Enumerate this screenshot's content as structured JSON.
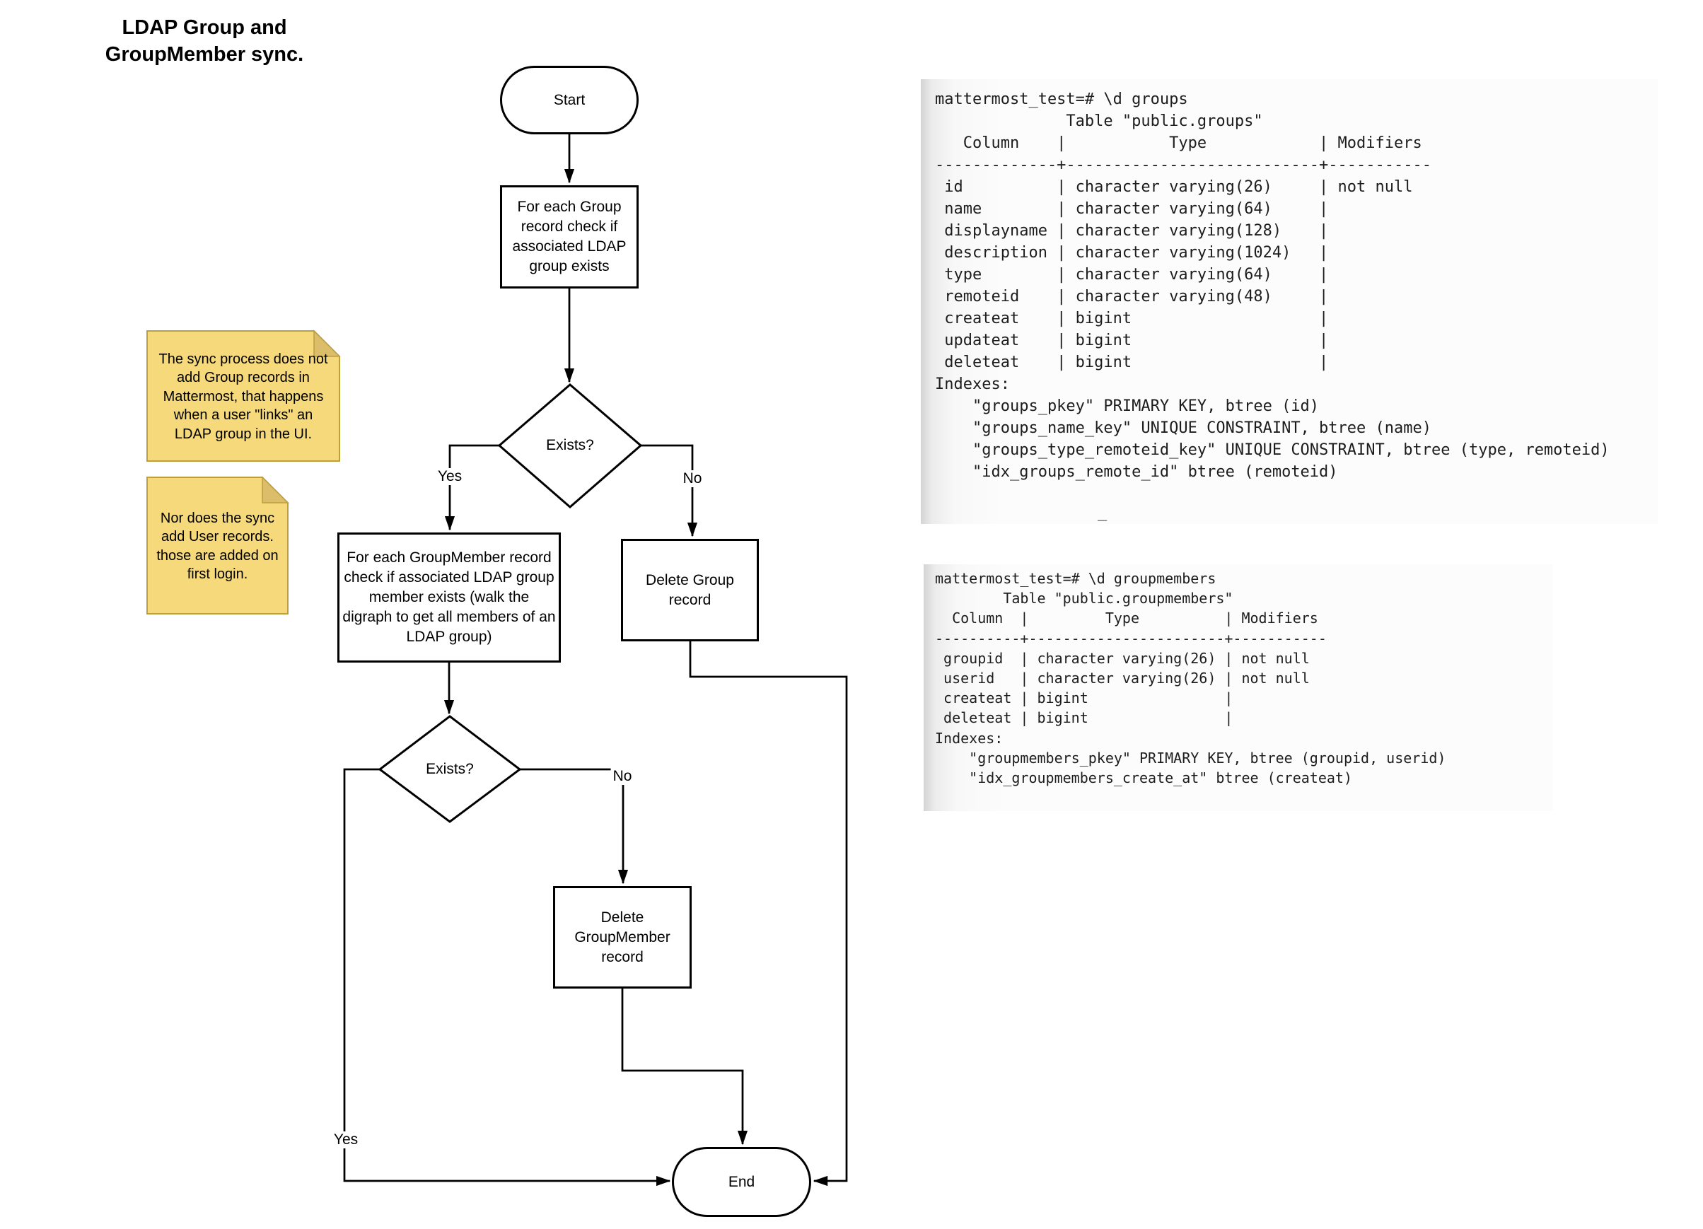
{
  "title": {
    "lines": [
      "LDAP Group and",
      "GroupMember sync."
    ]
  },
  "flowchart": {
    "start": "Start",
    "step_group_check": "For each Group record check if associated LDAP group exists",
    "decision1": "Exists?",
    "decision1_yes": "Yes",
    "decision1_no": "No",
    "delete_group": "Delete Group record",
    "step_groupmember_check": "For each GroupMember record check if associated LDAP group member exists (walk the digraph to get all members of an LDAP group)",
    "decision2": "Exists?",
    "decision2_yes": "Yes",
    "decision2_no": "No",
    "delete_groupmember": "Delete GroupMember record",
    "end": "End"
  },
  "notes": [
    {
      "text": "The sync process does not add Group records in Mattermost, that happens when a user \"links\" an LDAP group in the UI."
    },
    {
      "text": "Nor does the sync add User records. those are added on first login."
    }
  ],
  "terminals": [
    {
      "lines": [
        "mattermost_test=# \\d groups",
        "              Table \"public.groups\"",
        "   Column    |           Type            | Modifiers ",
        "-------------+---------------------------+-----------",
        " id          | character varying(26)     | not null",
        " name        | character varying(64)     | ",
        " displayname | character varying(128)    | ",
        " description | character varying(1024)   | ",
        " type        | character varying(64)     | ",
        " remoteid    | character varying(48)     | ",
        " createat    | bigint                    | ",
        " updateat    | bigint                    | ",
        " deleteat    | bigint                    | ",
        "Indexes:",
        "    \"groups_pkey\" PRIMARY KEY, btree (id)",
        "    \"groups_name_key\" UNIQUE CONSTRAINT, btree (name)",
        "    \"groups_type_remoteid_key\" UNIQUE CONSTRAINT, btree (type, remoteid)",
        "    \"idx_groups_remote_id\" btree (remoteid)"
      ],
      "cursor": "_"
    },
    {
      "lines": [
        "mattermost_test=# \\d groupmembers",
        "        Table \"public.groupmembers\"",
        "  Column  |         Type          | Modifiers ",
        "----------+-----------------------+-----------",
        " groupid  | character varying(26) | not null",
        " userid   | character varying(26) | not null",
        " createat | bigint                | ",
        " deleteat | bigint                | ",
        "Indexes:",
        "    \"groupmembers_pkey\" PRIMARY KEY, btree (groupid, userid)",
        "    \"idx_groupmembers_create_at\" btree (createat)"
      ]
    }
  ],
  "colors": {
    "note_bg": "#F5D97B",
    "note_border": "#BC9F3F",
    "note_fold": "#DCBD69",
    "stroke": "#000000",
    "terminal_edge": "#D4D4D4"
  }
}
